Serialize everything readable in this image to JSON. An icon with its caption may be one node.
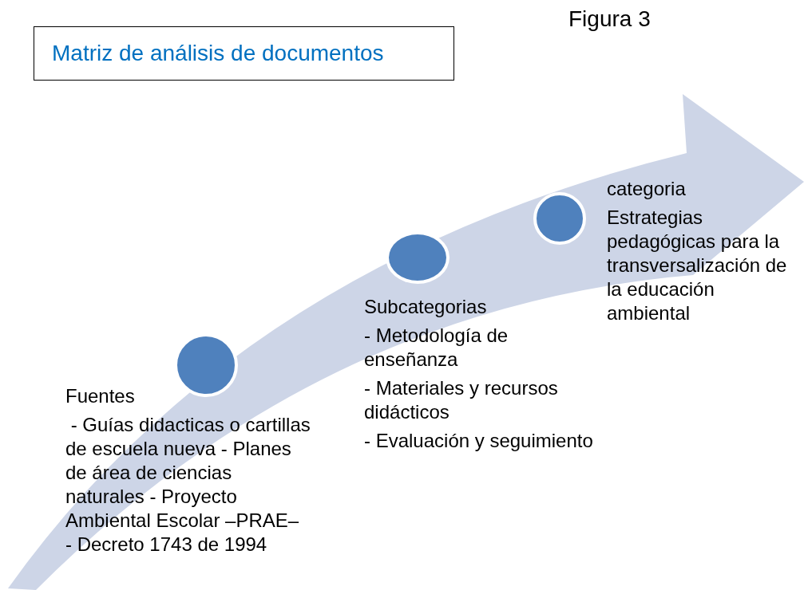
{
  "diagram": {
    "title": "Figura 3",
    "nodes": [
      {
        "text": [
          "Matriz de análisis de documentos"
        ]
      },
      {
        "text": [],
        "shape": "circle",
        "beside": [
          "Fuentes",
          " - Guías didacticas o cartillas de escuela nueva - Planes de área de ciencias naturales - Proyecto Ambiental Escolar –PRAE–   - Decreto 1743 de 1994"
        ]
      },
      {
        "text": [],
        "shape": "circle",
        "beside": [
          "Subcategorias",
          "- Metodología de enseñanza",
          "- Materiales y recursos didácticos",
          "- Evaluación y seguimiento"
        ]
      },
      {
        "text": [],
        "shape": "circle",
        "beside": [
          "categoria",
          "Estrategias pedagógicas para la transversalización de la educación ambiental"
        ]
      }
    ],
    "edges": []
  }
}
